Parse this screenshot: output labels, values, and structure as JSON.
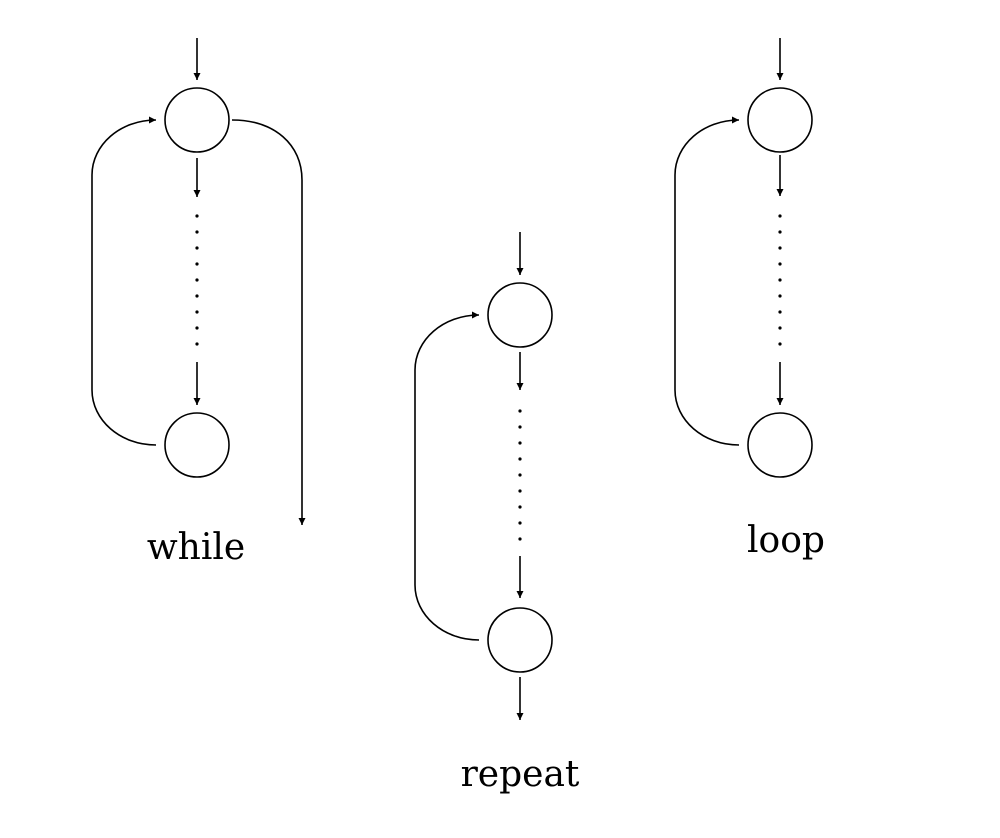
{
  "diagram": {
    "labels": {
      "while": "while",
      "repeat": "repeat",
      "loop": "loop"
    },
    "colors": {
      "stroke": "#000000",
      "background": "#ffffff"
    }
  }
}
